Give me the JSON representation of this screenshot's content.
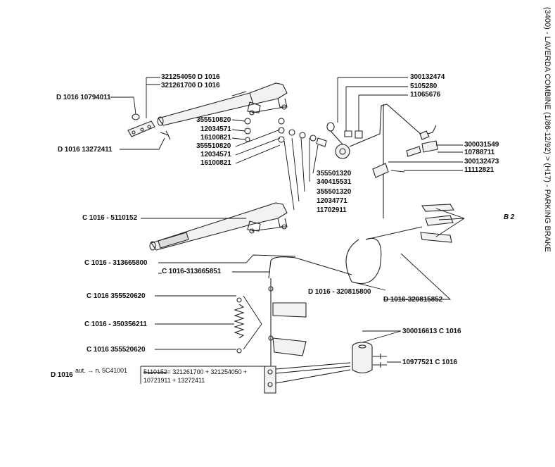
{
  "title": "(3400) - LAVERDA COMBINE (1/86-12/92) > (H17) - PARKING BRAKE",
  "labels": {
    "p321254050": "321254050 D 1016",
    "p321261700": "321261700 D 1016",
    "p10794011": "D 1016 10794011",
    "p13272411": "D 1016 13272411",
    "p355510820a": "355510820",
    "p12034571a": "12034571",
    "p16100821a": "16100821",
    "p355510820b": "355510820",
    "p12034571b": "12034571",
    "p16100821b": "16100821",
    "p300132474": "300132474",
    "p5105280": "5105280",
    "p11065676": "11065676",
    "p300031549": "300031549",
    "p10788711": "10788711",
    "p300132473": "300132473",
    "p11112821": "11112821",
    "p355501320a": "355501320",
    "p340415531": "340415531",
    "p355501320b": "355501320",
    "p12034771": "12034771",
    "p11702911": "11702911",
    "p5110152": "C 1016 - 5110152",
    "b2": "B 2",
    "p313665800": "C 1016 - 313665800",
    "p313665851": "C 1016-313665851",
    "p320815800": "D 1016 - 320815800",
    "p320815852": "D 1016-320815852",
    "p355520620a": "C 1016 355520620",
    "p350356211": "C 1016 - 350356211",
    "p355520620b": "C 1016 355520620",
    "p300016613": "300016613 C 1016",
    "p10977521": "10977521 C 1016"
  },
  "note": {
    "model": "D 1016",
    "aut": "aut. → n. 5C41001",
    "old_part": "5110152",
    "line1_rest": "= 321261700 + 321254050 +",
    "line2": "10721911 + 13272411"
  }
}
